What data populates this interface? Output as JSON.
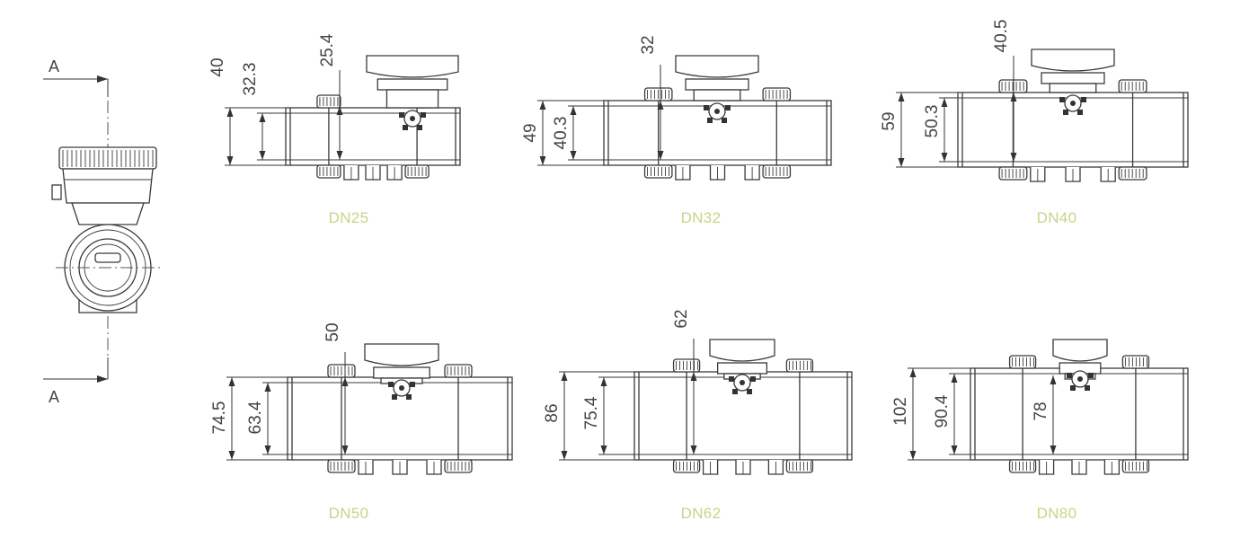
{
  "side_view": {
    "section_label_top": "A",
    "section_label_bottom": "A"
  },
  "views": [
    {
      "caption": "DN25",
      "dims": [
        "40",
        "32.3",
        "25.4"
      ]
    },
    {
      "caption": "DN32",
      "dims": [
        "49",
        "40.3",
        "32"
      ]
    },
    {
      "caption": "DN40",
      "dims": [
        "59",
        "50.3",
        "40.5"
      ]
    },
    {
      "caption": "DN50",
      "dims": [
        "74.5",
        "63.4",
        "50"
      ]
    },
    {
      "caption": "DN62",
      "dims": [
        "86",
        "75.4",
        "62"
      ]
    },
    {
      "caption": "DN80",
      "dims": [
        "102",
        "90.4",
        "78"
      ]
    }
  ],
  "colors": {
    "caption": "#c9d486",
    "line": "#3a3a3a"
  }
}
